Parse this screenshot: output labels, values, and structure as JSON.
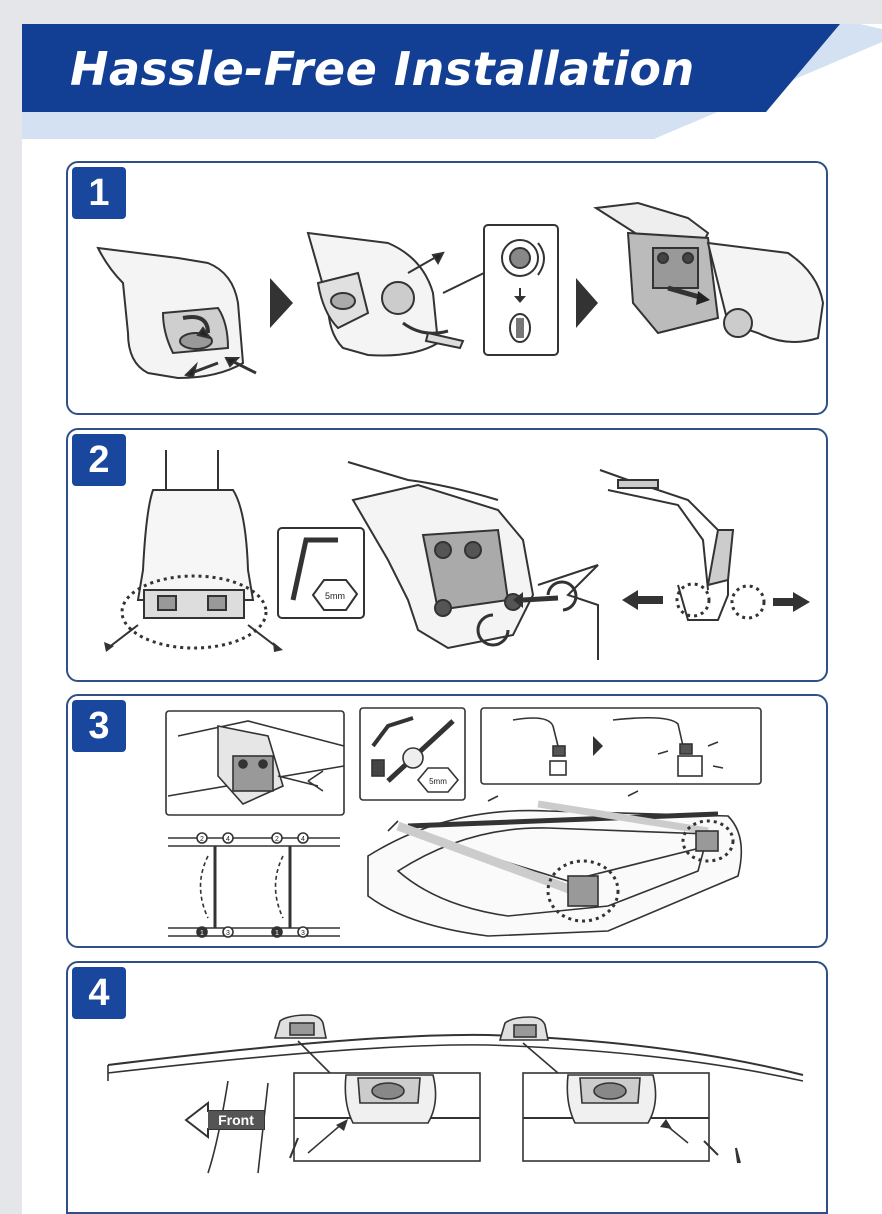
{
  "header": {
    "title": "Hassle-Free Installation",
    "band_color": "#123f94",
    "accent_color": "#d4e1f3"
  },
  "steps": [
    {
      "number": "1"
    },
    {
      "number": "2",
      "tool_label": "5mm"
    },
    {
      "number": "3",
      "tool_label": "5mm",
      "rail_markers": [
        "1",
        "2",
        "3",
        "4"
      ]
    },
    {
      "number": "4",
      "direction_label": "Front"
    }
  ],
  "colors": {
    "panel_border": "#2e4f87",
    "badge": "#18479d",
    "line_art": "#333333"
  },
  "icons": [
    "arrow-right-icon",
    "hex-key-icon",
    "torque-wrench-icon",
    "front-arrow-icon"
  ]
}
